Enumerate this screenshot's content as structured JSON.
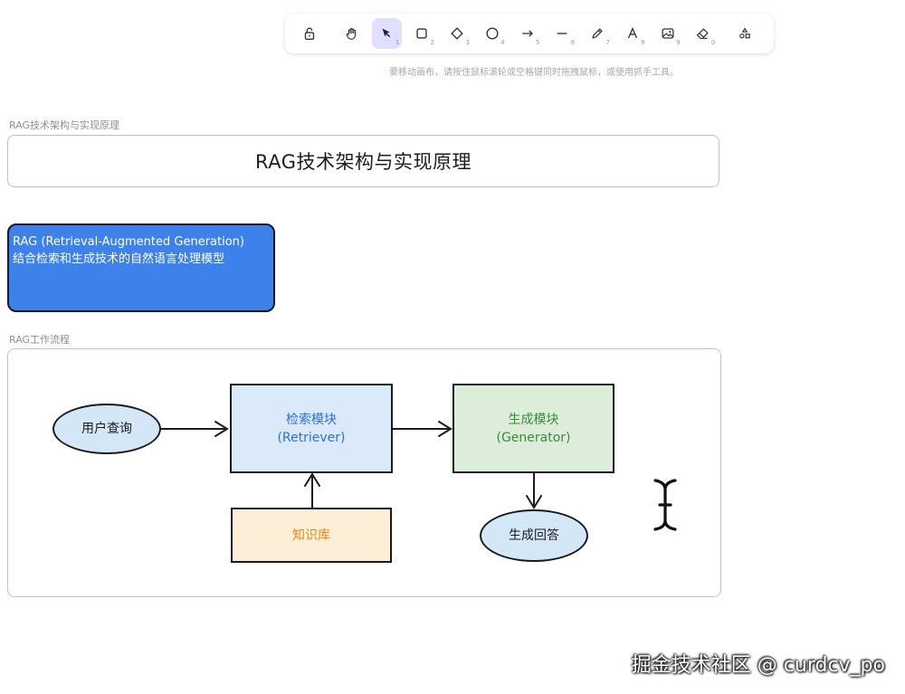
{
  "toolbar": {
    "tools": [
      {
        "icon": "lock-icon",
        "key": ""
      },
      {
        "icon": "hand-icon",
        "key": ""
      },
      {
        "icon": "selection-arrow-icon",
        "key": "1"
      },
      {
        "icon": "rectangle-icon",
        "key": "2"
      },
      {
        "icon": "diamond-icon",
        "key": "3"
      },
      {
        "icon": "ellipse-icon",
        "key": "4"
      },
      {
        "icon": "arrow-icon",
        "key": "5"
      },
      {
        "icon": "line-icon",
        "key": "6"
      },
      {
        "icon": "pencil-icon",
        "key": "7"
      },
      {
        "icon": "text-icon",
        "key": "8"
      },
      {
        "icon": "image-icon",
        "key": "9"
      },
      {
        "icon": "eraser-icon",
        "key": "0"
      },
      {
        "icon": "shapes-library-icon",
        "key": ""
      }
    ],
    "active_tool": "selection-arrow-icon",
    "active_color": "#e0dfff"
  },
  "hint": "要移动画布，请按住鼠标滚轮或空格键同时拖拽鼠标，或使用抓手工具。",
  "frames": {
    "title_frame_label": "RAG技术架构与实现原理",
    "title_text": "RAG技术架构与实现原理",
    "flow_frame_label": "RAG工作流程"
  },
  "card": {
    "line1": "RAG (Retrieval-Augmented Generation)",
    "line2": "结合检索和生成技术的自然语言处理模型",
    "color": "#3c82ea"
  },
  "flow": {
    "user_query": "用户查询",
    "retriever_title": "检索模块",
    "retriever_sub": "(Retriever)",
    "generator_title": "生成模块",
    "generator_sub": "(Generator)",
    "knowledge_base": "知识库",
    "answer": "生成回答",
    "colors": {
      "retriever_fill": "#dbeafb",
      "retriever_text": "#2f6fd6",
      "generator_fill": "#dcedd9",
      "generator_text": "#3a8c3a",
      "knowledge_fill": "#fdeed8",
      "knowledge_text": "#e88a10",
      "ellipse_fill": "#d4e7f7"
    }
  },
  "watermark": "掘金技术社区 @ curdcv_po"
}
